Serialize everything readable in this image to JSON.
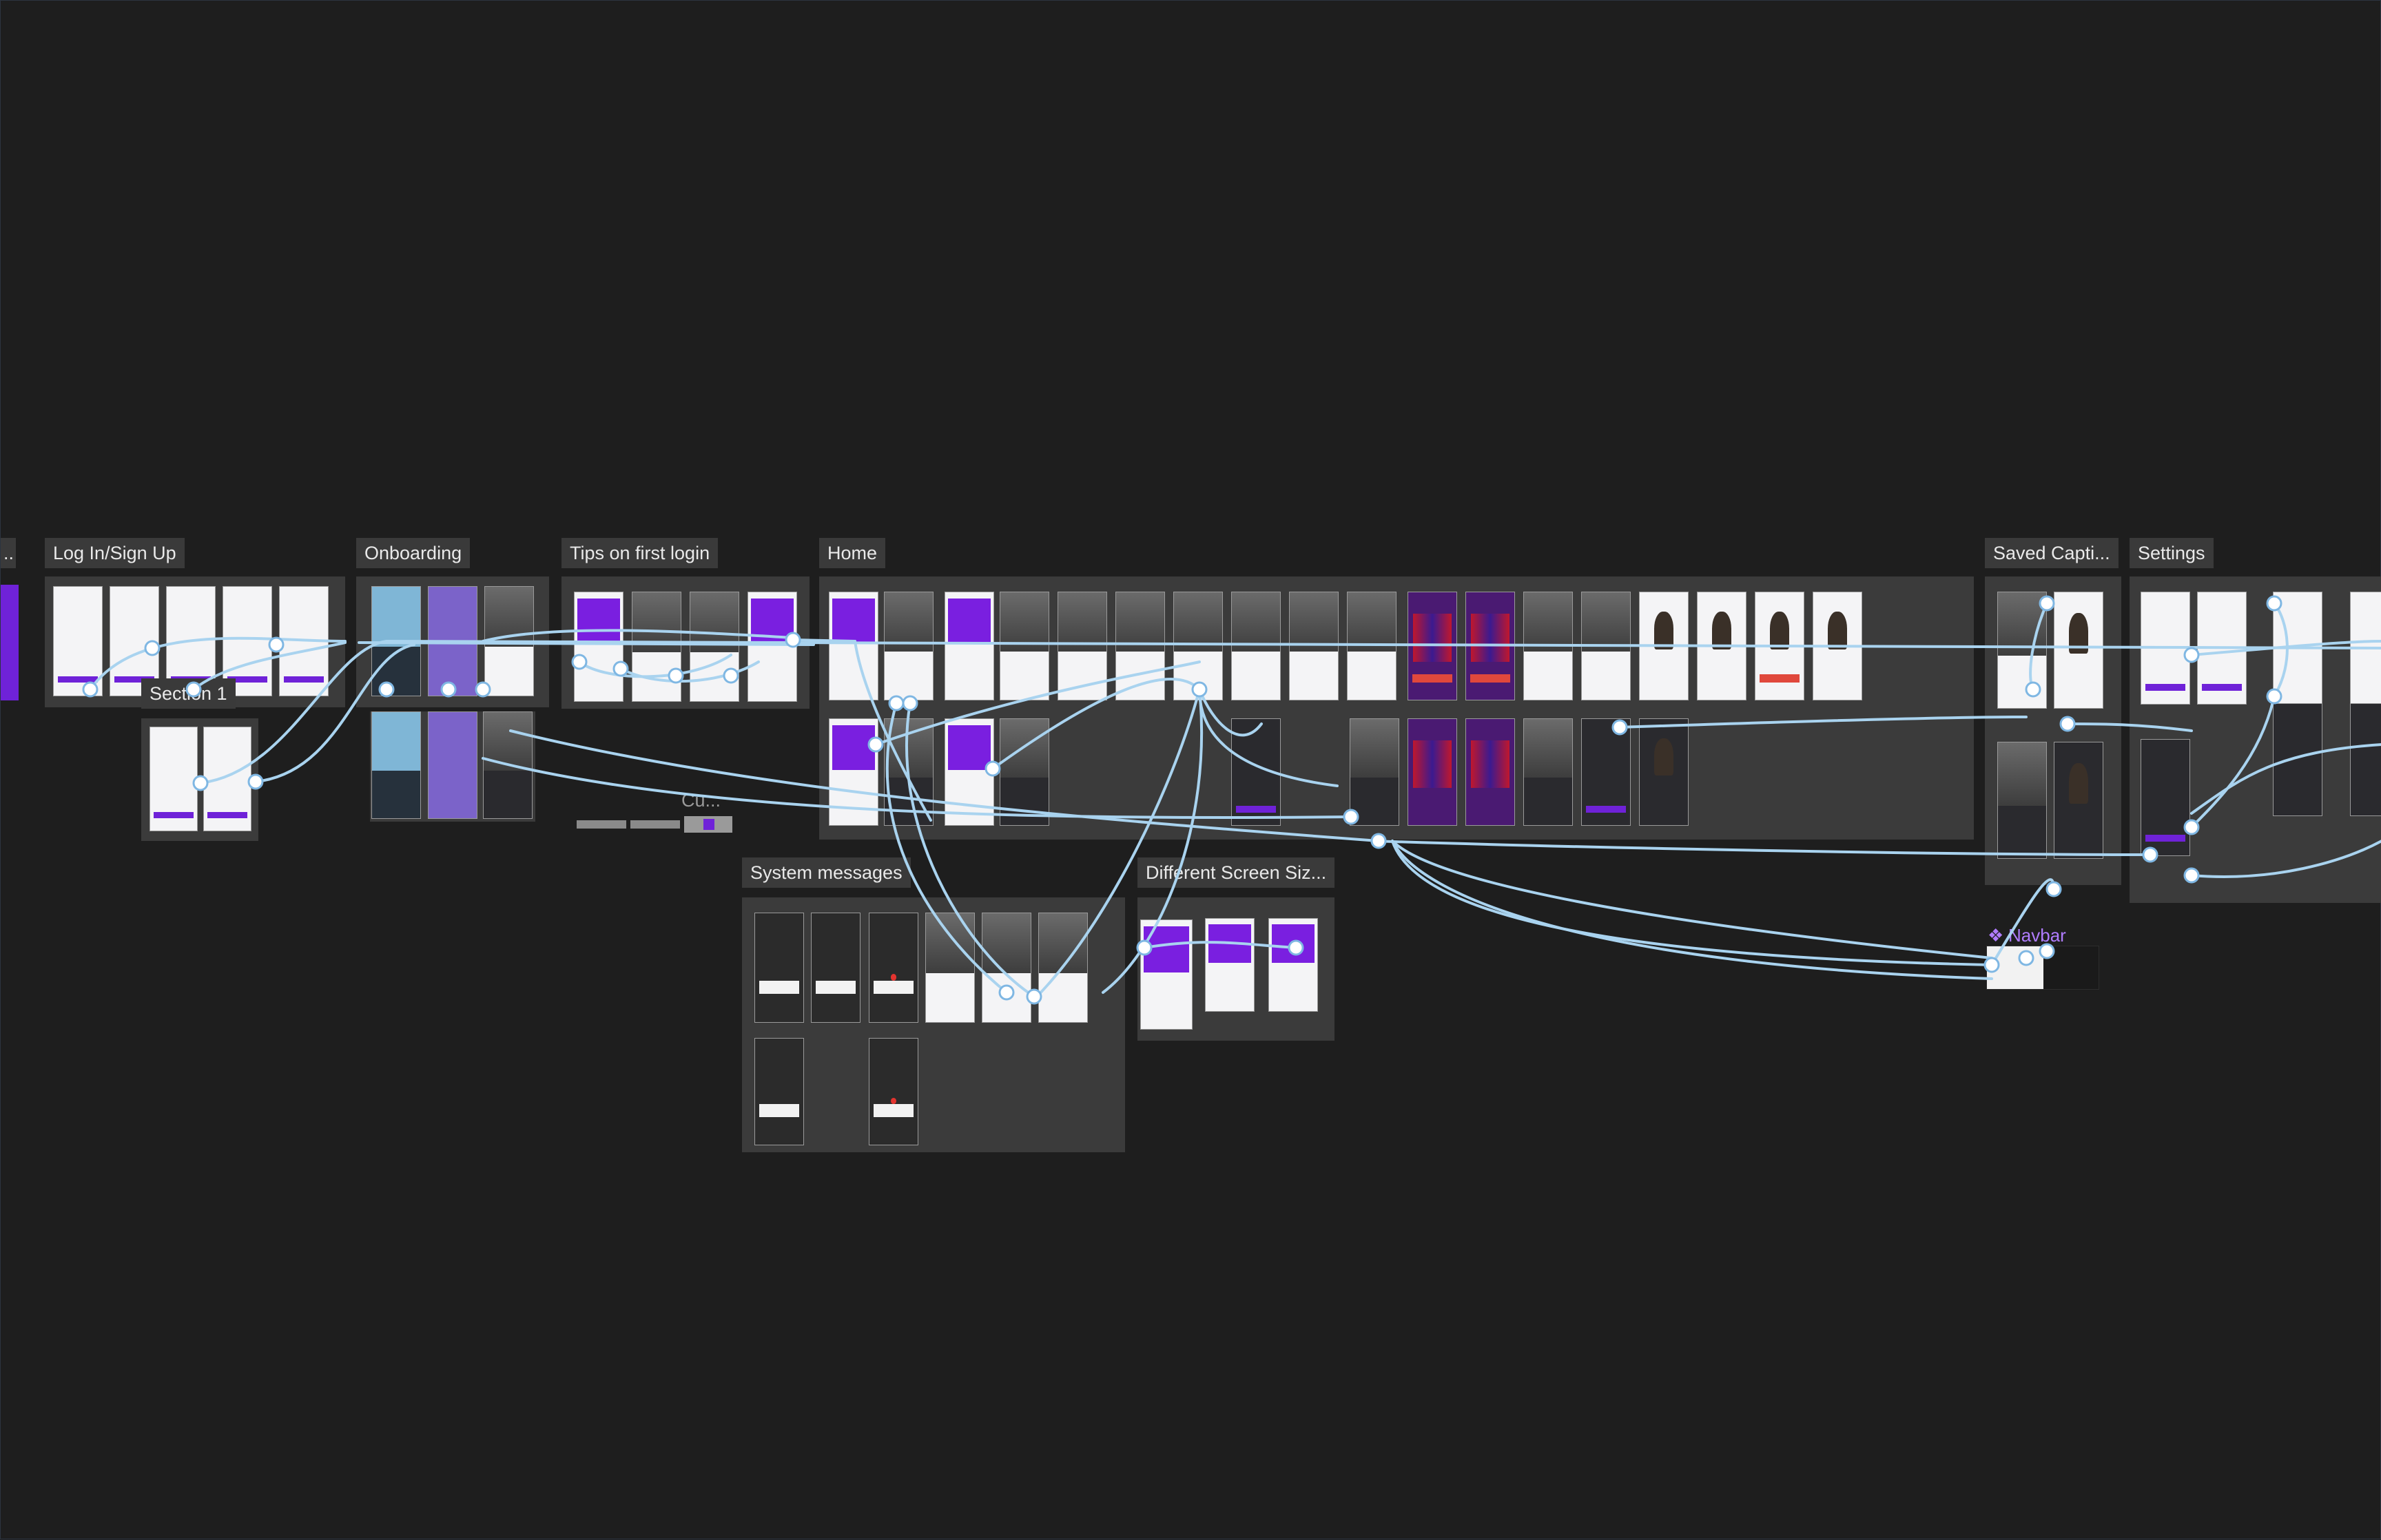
{
  "canvas": {
    "background": "#1e1e1e",
    "connector_color": "#a9d3ef"
  },
  "sections": [
    {
      "id": "login",
      "label": "Log In/Sign Up"
    },
    {
      "id": "section1",
      "label": "Section 1"
    },
    {
      "id": "onboarding",
      "label": "Onboarding"
    },
    {
      "id": "tips",
      "label": "Tips on first login"
    },
    {
      "id": "home",
      "label": "Home"
    },
    {
      "id": "saved",
      "label": "Saved Capti..."
    },
    {
      "id": "settings",
      "label": "Settings"
    },
    {
      "id": "system",
      "label": "System messages"
    },
    {
      "id": "sizes",
      "label": "Different Screen Siz..."
    }
  ],
  "misc": {
    "left_truncated": "..",
    "cu_label": "Cu...",
    "component_label": "Navbar",
    "component_icon": "component-icon"
  }
}
